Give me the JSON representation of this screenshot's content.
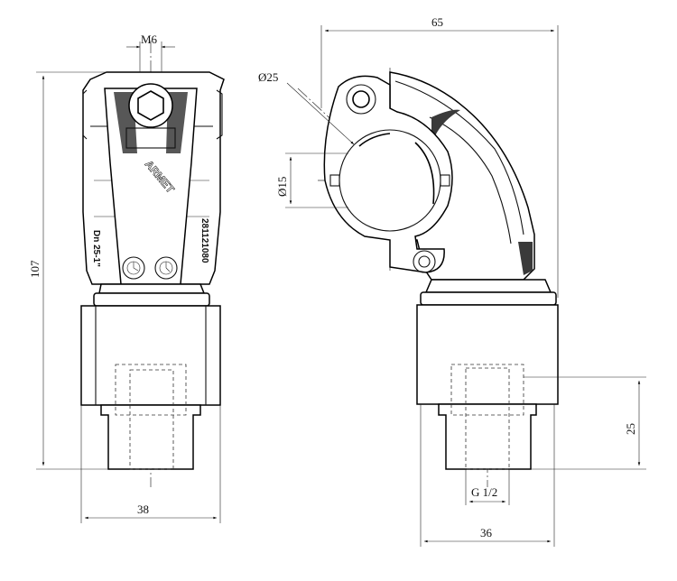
{
  "dimensions": {
    "thread_m6": "M6",
    "total_height": "107",
    "front_width": "38",
    "total_length": "65",
    "pipe_diameter_outer": "Ø25",
    "pipe_diameter_inner": "Ø15",
    "bottom_height": "25",
    "thread_g": "G 1/2",
    "side_width": "36"
  },
  "markings": {
    "brand": "ARMET",
    "size_label": "Dn 25-1\"",
    "serial": "281121080"
  }
}
